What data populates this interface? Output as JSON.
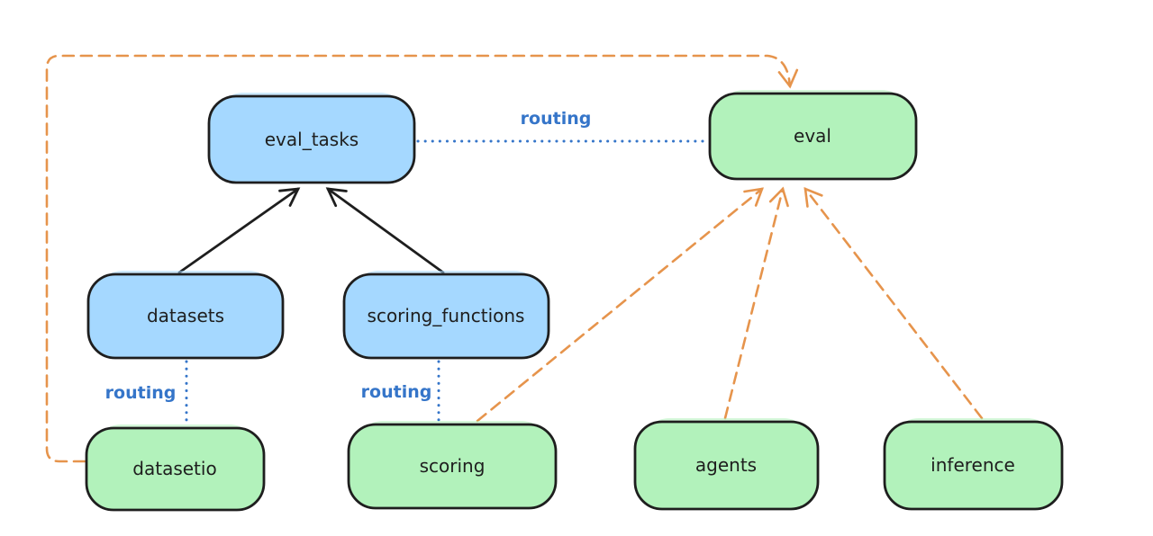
{
  "diagram": {
    "type": "flow-diagram",
    "colors": {
      "background": "#ffffff",
      "ink": "#1e1e1e",
      "blue_fill": "#a5d8ff",
      "green_fill": "#b2f2bb",
      "orange": "#e6944c",
      "routing_blue": "#3575c9"
    },
    "nodes": [
      {
        "id": "eval_tasks",
        "label": "eval_tasks",
        "color": "blue"
      },
      {
        "id": "eval",
        "label": "eval",
        "color": "green"
      },
      {
        "id": "datasets",
        "label": "datasets",
        "color": "blue"
      },
      {
        "id": "scoring_functions",
        "label": "scoring_functions",
        "color": "blue"
      },
      {
        "id": "datasetio",
        "label": "datasetio",
        "color": "green"
      },
      {
        "id": "scoring",
        "label": "scoring",
        "color": "green"
      },
      {
        "id": "agents",
        "label": "agents",
        "color": "green"
      },
      {
        "id": "inference",
        "label": "inference",
        "color": "green"
      }
    ],
    "edges": [
      {
        "from": "eval_tasks",
        "to": "eval",
        "style": "dotted-blue",
        "label": "routing"
      },
      {
        "from": "datasets",
        "to": "eval_tasks",
        "style": "solid-black-arrow",
        "label": ""
      },
      {
        "from": "scoring_functions",
        "to": "eval_tasks",
        "style": "solid-black-arrow",
        "label": ""
      },
      {
        "from": "datasets",
        "to": "datasetio",
        "style": "dotted-blue",
        "label": "routing"
      },
      {
        "from": "scoring_functions",
        "to": "scoring",
        "style": "dotted-blue",
        "label": "routing"
      },
      {
        "from": "datasetio",
        "to": "eval",
        "style": "dashed-orange-arrow",
        "label": ""
      },
      {
        "from": "scoring",
        "to": "eval",
        "style": "dashed-orange-arrow",
        "label": ""
      },
      {
        "from": "agents",
        "to": "eval",
        "style": "dashed-orange-arrow",
        "label": ""
      },
      {
        "from": "inference",
        "to": "eval",
        "style": "dashed-orange-arrow",
        "label": ""
      }
    ]
  }
}
